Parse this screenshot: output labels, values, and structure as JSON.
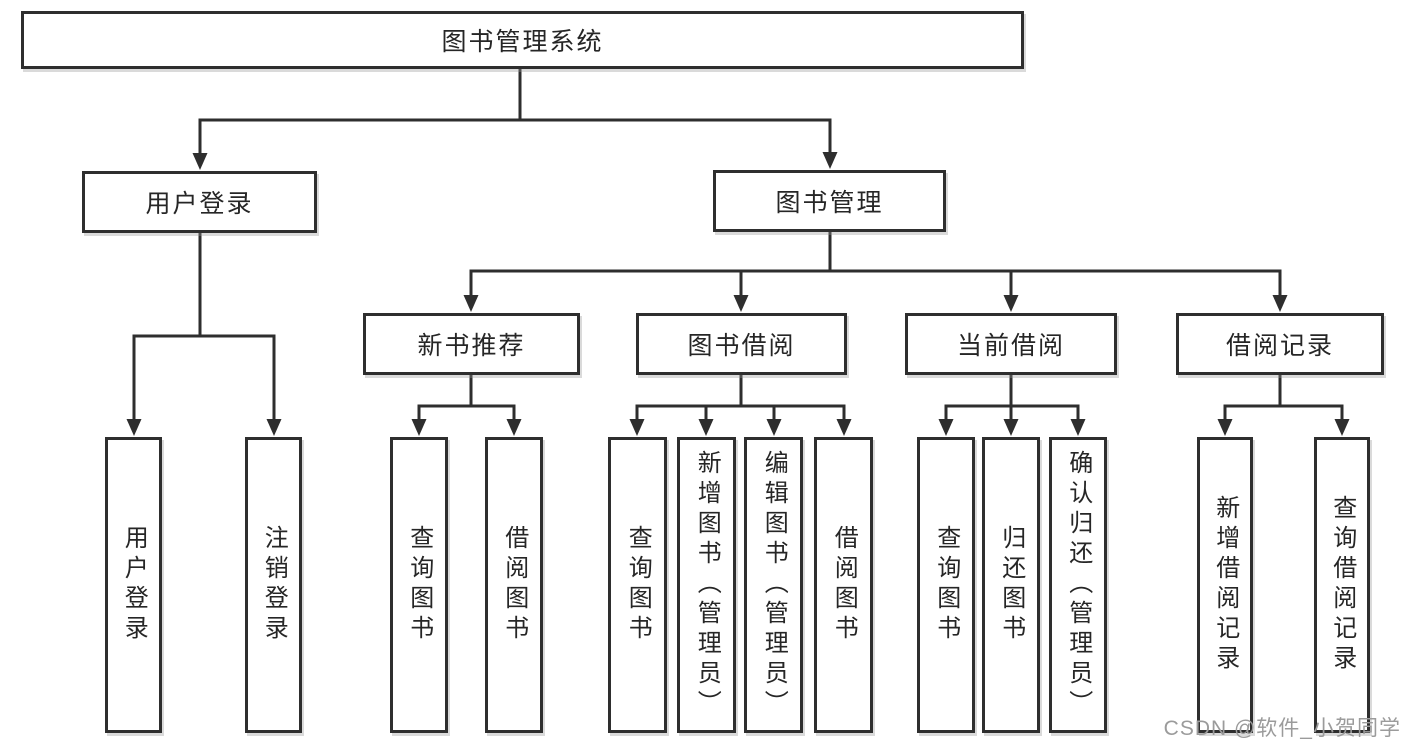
{
  "tree": {
    "label": "图书管理系统",
    "children": [
      {
        "label": "用户登录",
        "children": [
          {
            "label": "用户登录"
          },
          {
            "label": "注销登录"
          }
        ]
      },
      {
        "label": "图书管理",
        "children": [
          {
            "label": "新书推荐",
            "children": [
              {
                "label": "查询图书"
              },
              {
                "label": "借阅图书"
              }
            ]
          },
          {
            "label": "图书借阅",
            "children": [
              {
                "label": "查询图书"
              },
              {
                "label": "新增图书（管理员）"
              },
              {
                "label": "编辑图书（管理员）"
              },
              {
                "label": "借阅图书"
              }
            ]
          },
          {
            "label": "当前借阅",
            "children": [
              {
                "label": "查询图书"
              },
              {
                "label": "归还图书"
              },
              {
                "label": "确认归还（管理员）"
              }
            ]
          },
          {
            "label": "借阅记录",
            "children": [
              {
                "label": "新增借阅记录"
              },
              {
                "label": "查询借阅记录"
              }
            ]
          }
        ]
      }
    ]
  },
  "watermark": {
    "text": "CSDN @软件_小贺同学"
  },
  "colors": {
    "line": "#2e2e2e",
    "box_border": "#2e2e2e",
    "text": "#262626",
    "watermark": "#9b9b9b",
    "background": "#ffffff"
  }
}
